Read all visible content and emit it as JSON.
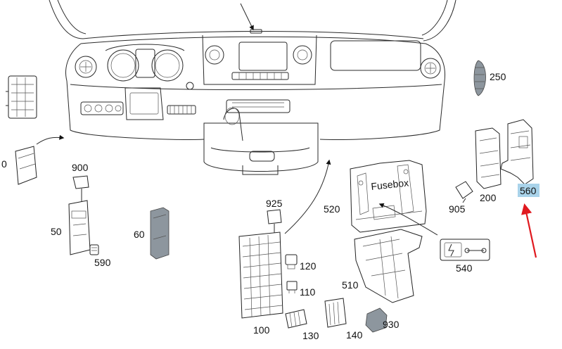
{
  "diagram": {
    "labels": {
      "p0": "0",
      "p50": "50",
      "p60": "60",
      "p100": "100",
      "p110": "110",
      "p120": "120",
      "p130": "130",
      "p140": "140",
      "p200": "200",
      "p250": "250",
      "p510": "510",
      "p520": "520",
      "p540": "540",
      "p560": "560",
      "p590": "590",
      "p900": "900",
      "p905": "905",
      "p925": "925",
      "p930": "930"
    },
    "fusebox_text": "Fusebox",
    "colors": {
      "highlight": "#a9d3ea",
      "pointer_arrow": "#e0191f",
      "gray_part": "#8d969e"
    }
  }
}
